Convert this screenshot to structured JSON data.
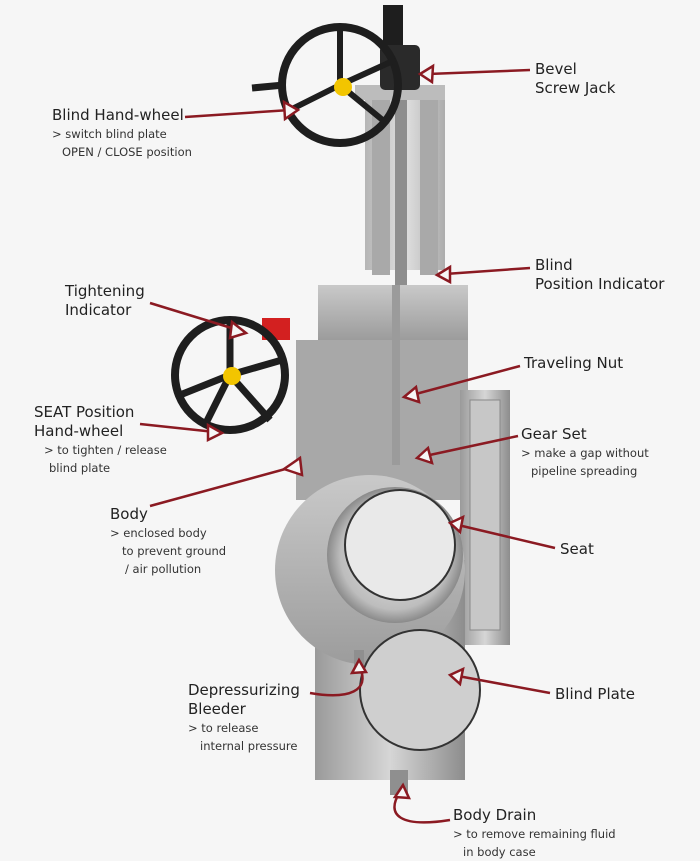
{
  "colors": {
    "arrow": "#8b1a22",
    "background": "#f6f6f6",
    "metal": "#b8b8b8",
    "wheel": "#1e1e1e",
    "accent_yellow": "#f2c500",
    "accent_red": "#d32020"
  },
  "labels": {
    "bevel_screw_jack": {
      "title1": "Bevel",
      "title2": "Screw Jack"
    },
    "blind_hand_wheel": {
      "title": "Blind Hand-wheel",
      "desc1": "> switch blind plate",
      "desc2": "OPEN / CLOSE position"
    },
    "blind_position_indicator": {
      "title1": "Blind",
      "title2": "Position Indicator"
    },
    "tightening_indicator": {
      "title1": "Tightening",
      "title2": "Indicator"
    },
    "traveling_nut": {
      "title": "Traveling Nut"
    },
    "gear_set": {
      "title": "Gear Set",
      "desc1": "> make a gap without",
      "desc2": "pipeline spreading"
    },
    "seat_position_hand_wheel": {
      "title1": "SEAT Position",
      "title2": "Hand-wheel",
      "desc1": "> to tighten / release",
      "desc2": "blind plate"
    },
    "body": {
      "title": "Body",
      "desc1": "> enclosed body",
      "desc2": "to prevent ground",
      "desc3": "/ air pollution"
    },
    "seat": {
      "title": "Seat"
    },
    "depressurizing_bleeder": {
      "title1": "Depressurizing",
      "title2": "Bleeder",
      "desc1": "> to release",
      "desc2": "internal pressure"
    },
    "blind_plate": {
      "title": "Blind Plate"
    },
    "body_drain": {
      "title": "Body Drain",
      "desc1": "> to remove remaining fluid",
      "desc2": "in body case"
    }
  }
}
